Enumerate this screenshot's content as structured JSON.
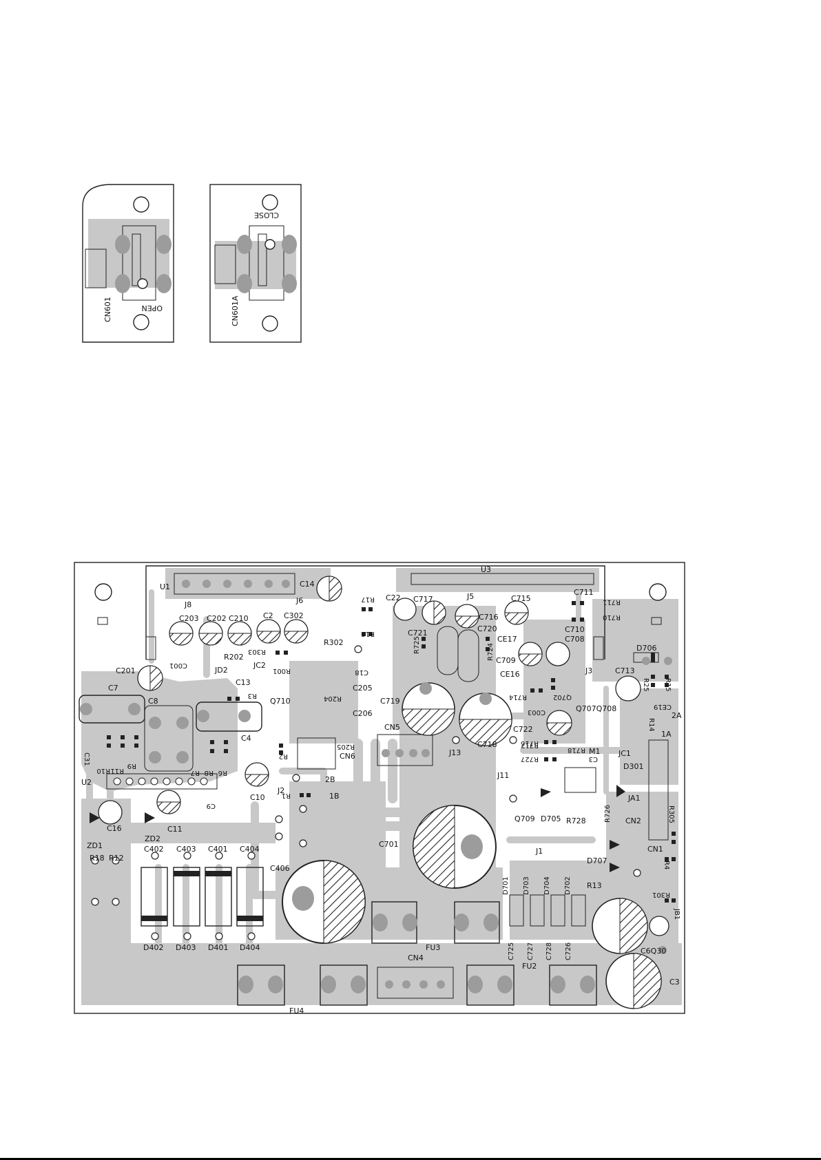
{
  "small_boards": {
    "left": {
      "ref": "CN601",
      "label": "OPEN"
    },
    "right": {
      "ref": "CN601A",
      "label": "CLOSE"
    }
  },
  "main_board": {
    "labels": [
      "U3",
      "U1",
      "J8",
      "J6",
      "C14",
      "C22",
      "C717",
      "J5",
      "C715",
      "C711",
      "R711",
      "R710",
      "C203",
      "C202",
      "C210",
      "C2",
      "C302",
      "R17",
      "R16",
      "C716",
      "C720",
      "C710",
      "C708",
      "C721",
      "R725",
      "CE17",
      "R724",
      "R303",
      "R302",
      "R202",
      "C001",
      "JD2",
      "C709",
      "D706",
      "C201",
      "C13",
      "JC2",
      "R001",
      "C18",
      "C205",
      "CE16",
      "J3",
      "C713",
      "R15",
      "R25",
      "C7",
      "C8",
      "R3",
      "Q710",
      "R204",
      "C206",
      "C719",
      "R714",
      "Q702",
      "Q707Q708",
      "CE19",
      "C003",
      "R14",
      "2A",
      "C31",
      "C4",
      "CN5",
      "C722",
      "R716",
      "1A",
      "R10",
      "R11",
      "R9",
      "R7",
      "R8",
      "R6",
      "R2",
      "R205",
      "CN6",
      "J13",
      "C718",
      "R717",
      "R718",
      "M1",
      "JC1",
      "R727",
      "C3",
      "D301",
      "U2",
      "2B",
      "J11",
      "C10",
      "J2",
      "1B",
      "R1",
      "Q709",
      "D705",
      "R728",
      "R726",
      "JA1",
      "C16",
      "C11",
      "C9",
      "CN2",
      "R305",
      "ZD1",
      "ZD2",
      "C701",
      "CN1",
      "R4",
      "C402",
      "C403",
      "C401",
      "C404",
      "J1",
      "D707",
      "R18",
      "R12",
      "C406",
      "R13",
      "R301",
      "D701",
      "D703",
      "D704",
      "D702",
      "JB1",
      "D402",
      "D403",
      "D401",
      "D404",
      "FU3",
      "C725",
      "C727",
      "C728",
      "C726",
      "C6Q30",
      "CN4",
      "FU2",
      "C3",
      "FU4"
    ]
  }
}
